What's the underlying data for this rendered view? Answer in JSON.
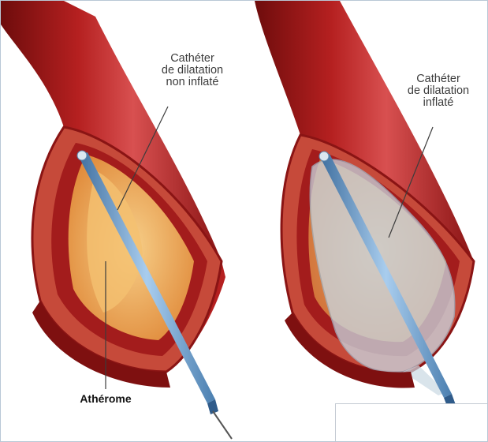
{
  "labels": {
    "left_catheter": "Cathéter\nde dilatation\nnon inflaté",
    "right_catheter": "Cathéter\nde dilatation\ninflaté",
    "atheroma": "Athérome"
  },
  "colors": {
    "vessel_dark": "#8a1414",
    "vessel_mid": "#b52020",
    "vessel_light": "#d85050",
    "wall_layer": "#c64a3a",
    "plaque": "#f2b760",
    "catheter": "#6e9fcf",
    "balloon": "#c9d8e2",
    "leader_line": "#3c3c3c"
  }
}
